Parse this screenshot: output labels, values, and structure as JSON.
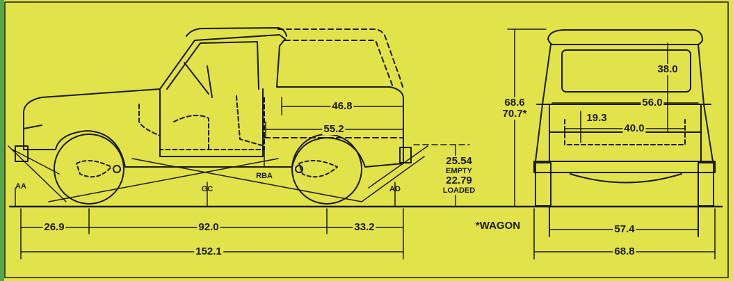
{
  "colors": {
    "background": "#e2e24a",
    "ink": "#1a1a10",
    "edge_strip": "#4fa84a"
  },
  "side_view": {
    "front_overhang": "26.9",
    "wheelbase": "92.0",
    "rear_overhang": "33.2",
    "overall_length": "152.1",
    "cargo_length_top": "46.8",
    "cargo_length_bottom": "55.2",
    "approach_angle": "AA",
    "departure_angle": "AD",
    "ground_clearance": "GC",
    "ramp_breakover_angle": "RBA",
    "frame_height_empty": "25.54",
    "empty_label": "EMPTY",
    "frame_height_loaded": "22.79",
    "loaded_label": "LOADED"
  },
  "rear_view": {
    "overall_height": "68.6",
    "overall_height_wagon": "70.7*",
    "opening_height": "38.0",
    "cargo_width": "56.0",
    "wheelhouse_height": "19.3",
    "between_wheelhouses": "40.0",
    "track": "57.4",
    "overall_width": "68.8"
  },
  "footnote": "*WAGON"
}
